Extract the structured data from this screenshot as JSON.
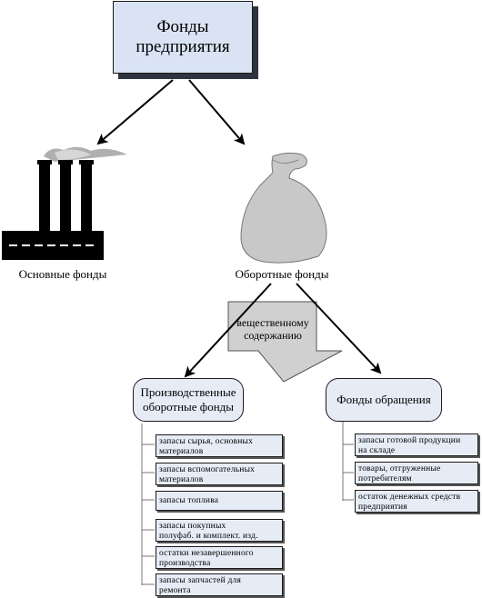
{
  "root": {
    "line1": "Фонды",
    "line2": "предприятия"
  },
  "main_funds": {
    "label": "Основные фонды",
    "icon": "factory-icon"
  },
  "working_funds": {
    "label": "Оборотные фонды",
    "icon": "sack-icon"
  },
  "criterion": {
    "line1": "вещественному",
    "line2": "содержанию"
  },
  "production_funds": {
    "line1": "Производственные",
    "line2": "оборотные фонды",
    "items": [
      {
        "line1": "запасы сырья, основных",
        "line2": "материалов"
      },
      {
        "line1": "запасы вспомогательных",
        "line2": "материалов"
      },
      {
        "line1": "запасы топлива",
        "line2": ""
      },
      {
        "line1": "запасы покупных",
        "line2": "полуфаб. и комплект. изд."
      },
      {
        "line1": "остатки незавершенного",
        "line2": "производства"
      },
      {
        "line1": "запасы запчастей для",
        "line2": "ремонта"
      }
    ]
  },
  "circulation_funds": {
    "label": "Фонды обращения",
    "items": [
      {
        "line1": "запасы готовой продукции",
        "line2": "на складе"
      },
      {
        "line1": "товары, отгруженные",
        "line2": "потребителям"
      },
      {
        "line1": "остаток денежных средств",
        "line2": "предприятия"
      }
    ]
  },
  "colors": {
    "box_fill": "#d9e3f4",
    "item_fill": "#e6ecf6",
    "sack": "#c8c8c8",
    "big_arrow": "#d0d0d0"
  }
}
